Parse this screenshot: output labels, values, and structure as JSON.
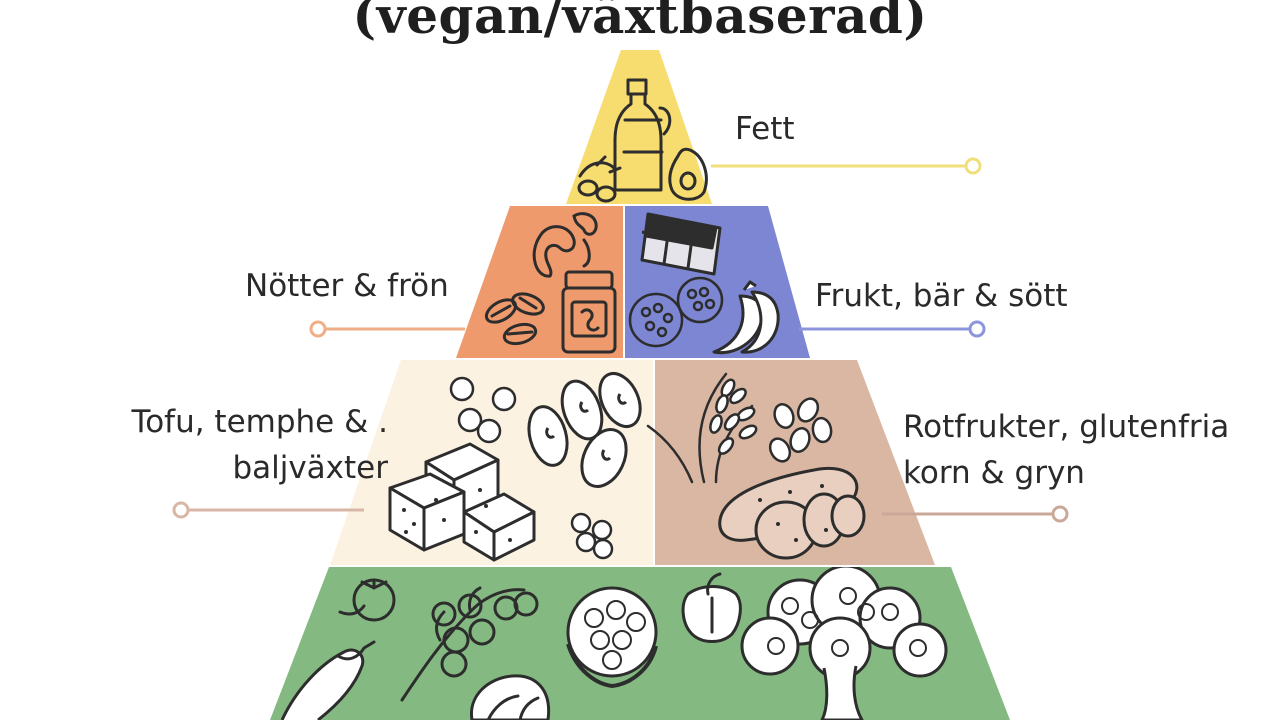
{
  "title": "(vegan/växtbaserad)",
  "colors": {
    "fat": "#f7dc6f",
    "nuts": "#ef9a6c",
    "fruit": "#7d86d3",
    "protein": "#fcf2e2",
    "carbs": "#d9b7a3",
    "vegetables": "#84ba82",
    "line_fat": "#f0df7a",
    "line_nuts": "#efae86",
    "line_fruit": "#8c94db",
    "line_protein": "#d8b7a7",
    "line_carbs": "#c9a898"
  },
  "tiers": [
    {
      "id": "fat",
      "lines": [
        "Fett"
      ],
      "icons": [
        "olive-oil-bottle-icon",
        "olives-icon",
        "avocado-icon"
      ]
    },
    {
      "id": "nuts",
      "lines": [
        "Nötter & frön"
      ],
      "icons": [
        "cashew-icon",
        "almond-icon",
        "peanut-butter-jar-icon"
      ]
    },
    {
      "id": "fruit",
      "lines": [
        "Frukt, bär & sött"
      ],
      "icons": [
        "chocolate-bar-icon",
        "raspberry-icon",
        "banana-icon"
      ]
    },
    {
      "id": "protein",
      "lines": [
        "Tofu, temphe & .",
        "baljväxter"
      ],
      "icons": [
        "chickpeas-icon",
        "beans-icon",
        "tofu-cubes-icon"
      ]
    },
    {
      "id": "carbs",
      "lines": [
        "Rotfrukter, glutenfria",
        "korn & gryn"
      ],
      "icons": [
        "rice-plant-icon",
        "grains-icon",
        "sweet-potato-icon"
      ]
    },
    {
      "id": "vegetables",
      "lines": [],
      "icons": [
        "tomato-icon",
        "cherry-tomatoes-icon",
        "cauliflower-icon",
        "bell-pepper-icon",
        "broccoli-icon",
        "eggplant-icon",
        "leafy-greens-icon"
      ]
    }
  ]
}
